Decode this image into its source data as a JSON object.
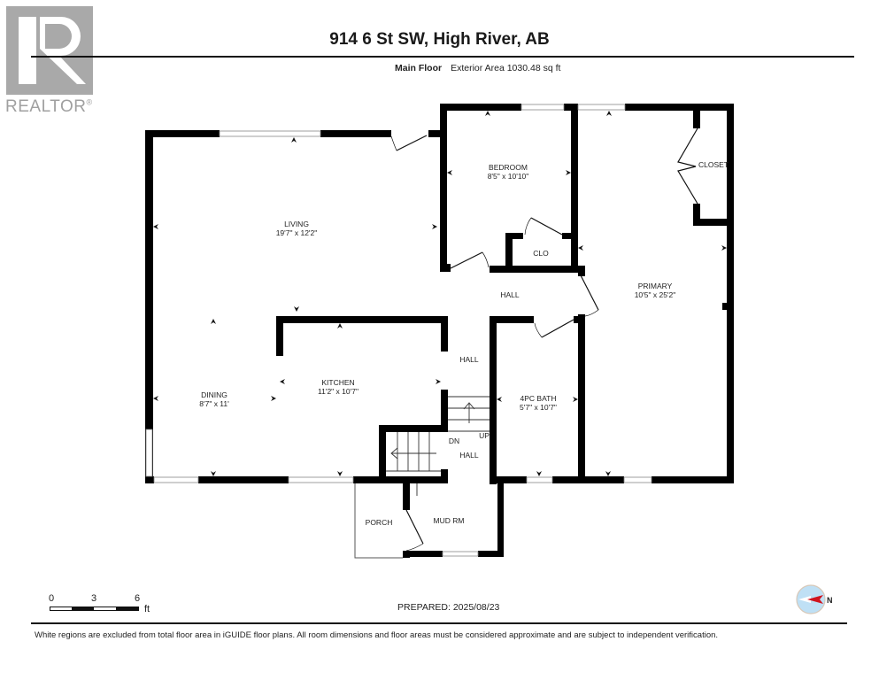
{
  "logo": {
    "brand": "REALTOR",
    "mark": "®",
    "color": "#a9a9a9"
  },
  "header": {
    "title": "914 6 St SW, High River, AB",
    "floor_label": "Main Floor",
    "area_text": "Exterior Area 1030.48 sq ft"
  },
  "rooms": [
    {
      "name": "LIVING",
      "dims": "19'7\" x 12'2\""
    },
    {
      "name": "BEDROOM",
      "dims": "8'5\" x 10'10\""
    },
    {
      "name": "CLOSET",
      "dims": ""
    },
    {
      "name": "CLO",
      "dims": ""
    },
    {
      "name": "PRIMARY",
      "dims": "10'5\" x 25'2\""
    },
    {
      "name": "HALL",
      "dims": ""
    },
    {
      "name": "KITCHEN",
      "dims": "11'2\" x 10'7\""
    },
    {
      "name": "HALL",
      "dims": ""
    },
    {
      "name": "DINING",
      "dims": "8'7\" x 11'"
    },
    {
      "name": "4PC BATH",
      "dims": "5'7\" x 10'7\""
    },
    {
      "name": "HALL",
      "dims": ""
    },
    {
      "name": "PORCH",
      "dims": ""
    },
    {
      "name": "MUD RM",
      "dims": ""
    }
  ],
  "stairs": {
    "up_label": "UP",
    "down_label": "DN"
  },
  "scale_bar": {
    "ticks": [
      "0",
      "3",
      "6"
    ],
    "unit": "ft"
  },
  "footer": {
    "prepared": "PREPARED: 2025/08/23",
    "disclaimer": "White regions are excluded from total floor area in iGUIDE floor plans. All room dimensions and floor areas must be considered approximate and are subject to independent verification."
  },
  "compass": {
    "label": "N",
    "needle_color": "#d0141e",
    "ring_color": "#bfe0f5"
  },
  "colors": {
    "wall": "#000000",
    "window": "#dddddd",
    "text": "#222222"
  }
}
